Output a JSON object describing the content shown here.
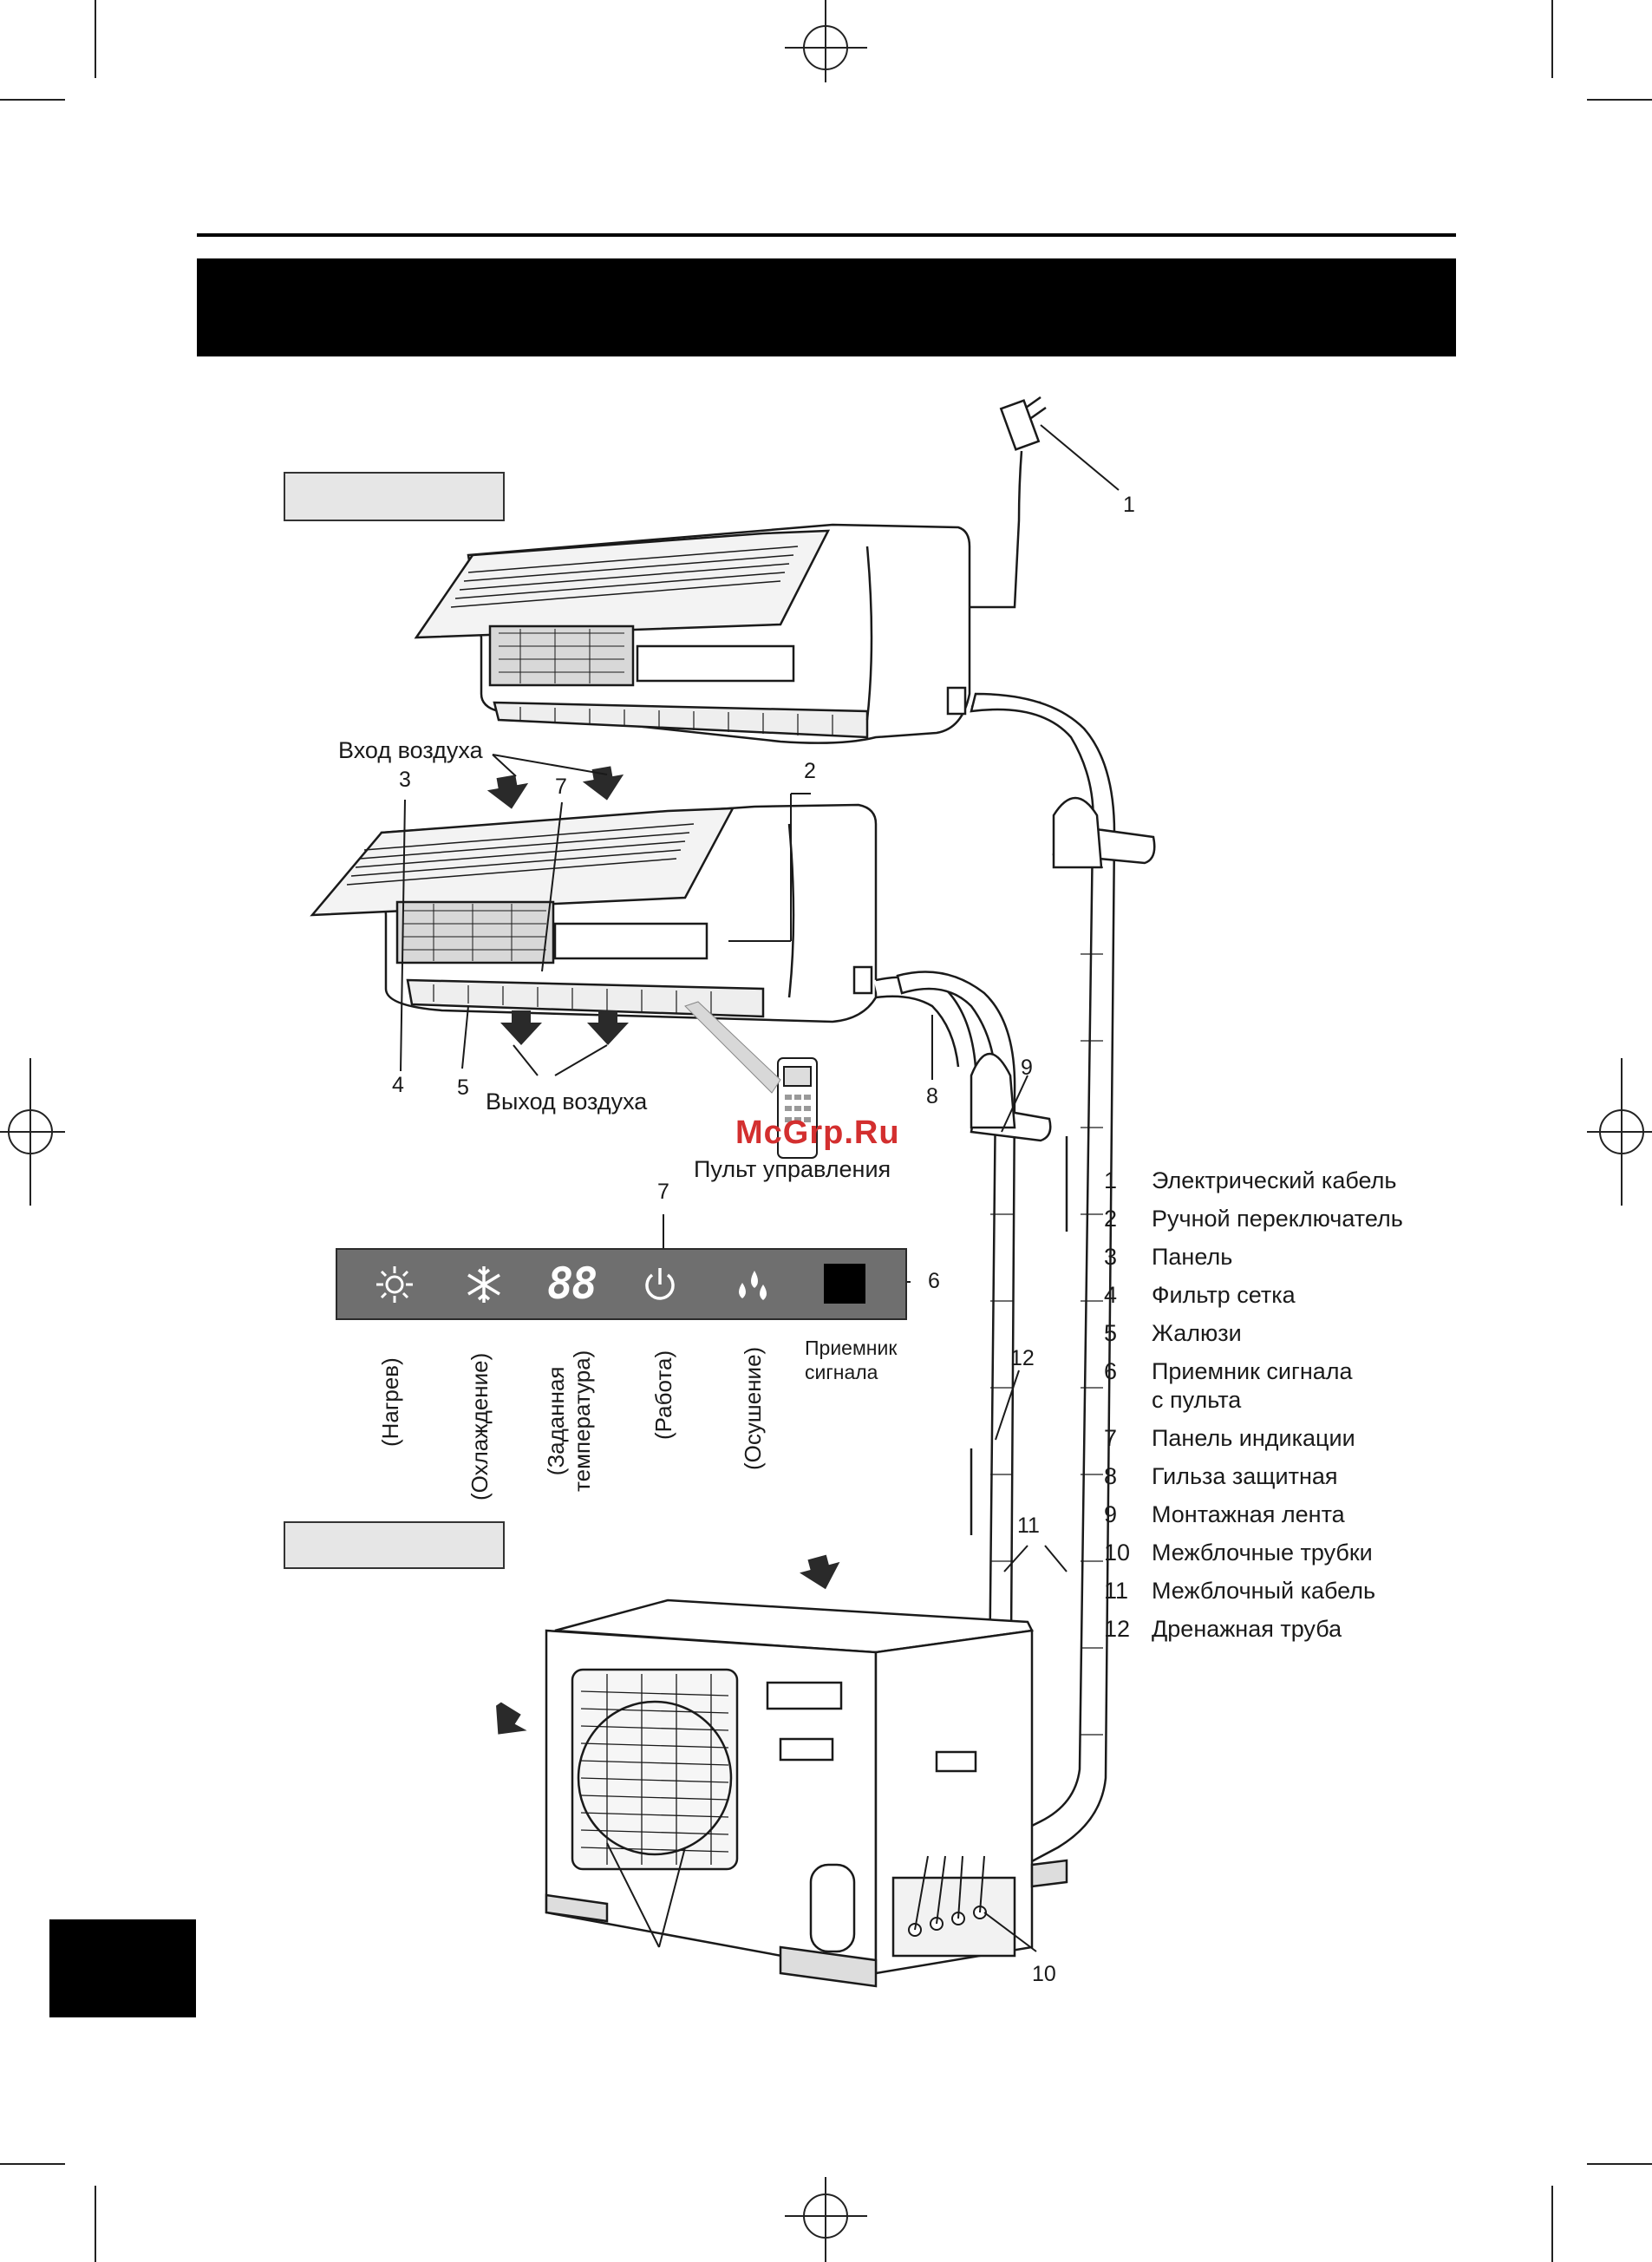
{
  "labels": {
    "air_in": "Вход воздуха",
    "air_out": "Выход воздуха",
    "remote": "Пульт управления",
    "watermark": "McGrp.Ru",
    "receiver": "Приемник\nсигнала"
  },
  "callouts": {
    "c1": "1",
    "c2": "2",
    "c3": "3",
    "c4": "4",
    "c5": "5",
    "c6": "6",
    "c7a": "7",
    "c7b": "7",
    "c8": "8",
    "c9": "9",
    "c10": "10",
    "c11": "11",
    "c12": "12"
  },
  "panel": {
    "display_value": "88",
    "icons": [
      "sun-icon",
      "snowflake-icon",
      "temperature-display",
      "power-icon",
      "drops-icon",
      "receiver-square"
    ],
    "captions": {
      "heat": "(Нагрев)",
      "cool": "(Охлаждение)",
      "set_temp": "(Заданная\nтемпература)",
      "run": "(Работа)",
      "dry": "(Осушение)"
    }
  },
  "legend": [
    {
      "n": "1",
      "text": "Электрический кабель"
    },
    {
      "n": "2",
      "text": "Ручной переключатель"
    },
    {
      "n": "3",
      "text": "Панель"
    },
    {
      "n": "4",
      "text": "Фильтр сетка"
    },
    {
      "n": "5",
      "text": "Жалюзи"
    },
    {
      "n": "6",
      "text": "Приемник сигнала\nс пульта"
    },
    {
      "n": "7",
      "text": "Панель индикации"
    },
    {
      "n": "8",
      "text": "Гильза защитная"
    },
    {
      "n": "9",
      "text": "Монтажная лента"
    },
    {
      "n": "10",
      "text": "Межблочные трубки"
    },
    {
      "n": "11",
      "text": "Межблочный кабель"
    },
    {
      "n": "12",
      "text": "Дренажная труба"
    }
  ],
  "colors": {
    "header_bar": "#000000",
    "panel_bg": "#6f6f6f",
    "watermark": "#d32f2f",
    "section_box": "#e6e6e6"
  }
}
